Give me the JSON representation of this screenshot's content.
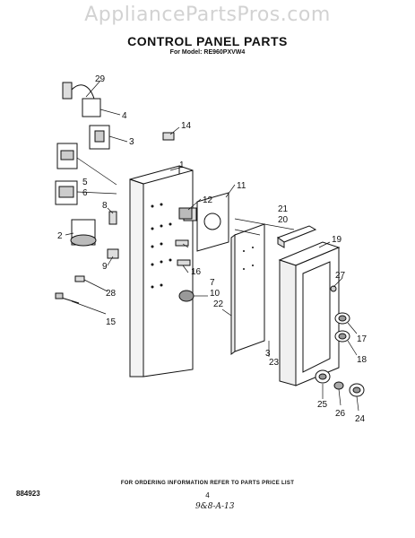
{
  "watermark": "AppliancePartsPros.com",
  "title": "CONTROL PANEL PARTS",
  "subtitle": "For Model: RE960PXVW4",
  "callouts": [
    {
      "id": "c1",
      "text": "1"
    },
    {
      "id": "c2",
      "text": "2"
    },
    {
      "id": "c3",
      "text": "3"
    },
    {
      "id": "c3b",
      "text": "3"
    },
    {
      "id": "c4",
      "text": "4"
    },
    {
      "id": "c5",
      "text": "5"
    },
    {
      "id": "c6",
      "text": "6"
    },
    {
      "id": "c7",
      "text": "7"
    },
    {
      "id": "c8",
      "text": "8"
    },
    {
      "id": "c9",
      "text": "9"
    },
    {
      "id": "c10",
      "text": "10"
    },
    {
      "id": "c11",
      "text": "11"
    },
    {
      "id": "c12",
      "text": "12"
    },
    {
      "id": "c14",
      "text": "14"
    },
    {
      "id": "c15",
      "text": "15"
    },
    {
      "id": "c16",
      "text": "16"
    },
    {
      "id": "c17",
      "text": "17"
    },
    {
      "id": "c18",
      "text": "18"
    },
    {
      "id": "c19",
      "text": "19"
    },
    {
      "id": "c20",
      "text": "20"
    },
    {
      "id": "c21",
      "text": "21"
    },
    {
      "id": "c22",
      "text": "22"
    },
    {
      "id": "c23",
      "text": "23"
    },
    {
      "id": "c24",
      "text": "24"
    },
    {
      "id": "c25",
      "text": "25"
    },
    {
      "id": "c26",
      "text": "26"
    },
    {
      "id": "c27",
      "text": "27"
    },
    {
      "id": "c28",
      "text": "28"
    },
    {
      "id": "c29",
      "text": "29"
    }
  ],
  "footer": {
    "note": "FOR ORDERING INFORMATION REFER TO PARTS PRICE LIST",
    "page": "4",
    "doc_number": "884923",
    "handwritten": "9&8-A-13",
    "fineprint_left": "",
    "fineprint_right": ""
  }
}
